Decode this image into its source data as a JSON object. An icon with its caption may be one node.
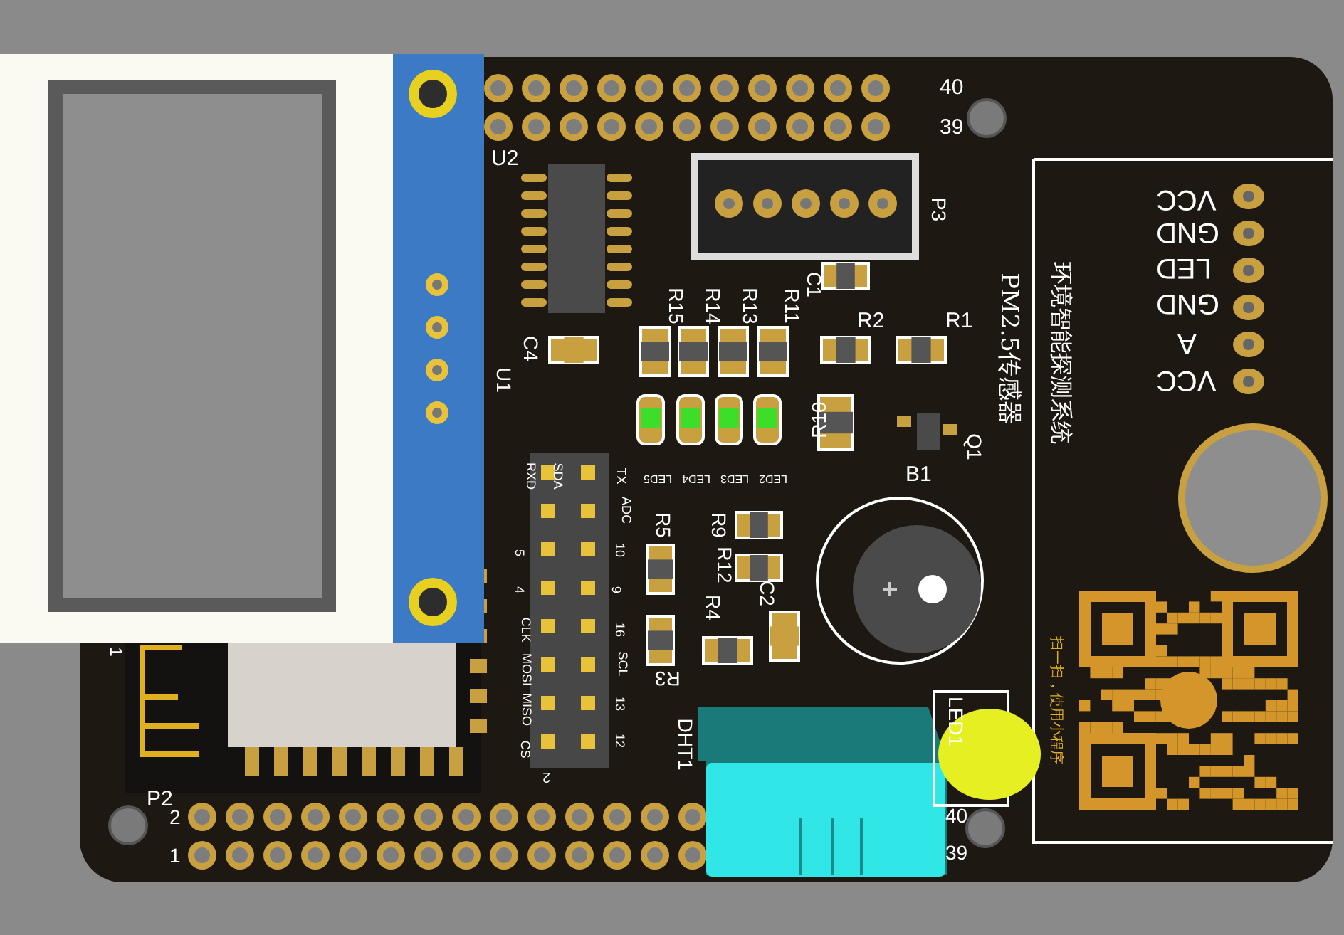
{
  "diagram": {
    "labels": [
      "40",
      "39",
      "U2",
      "P3",
      "C1",
      "R15",
      "R14",
      "R13",
      "R11",
      "R2",
      "R1",
      "C4",
      "U1",
      "R10",
      "PM2.5传感器",
      "Q1",
      "环境智能探测系统",
      "VCC",
      "GND",
      "LED",
      "GND",
      "A",
      "VCC",
      "LED5",
      "LED4",
      "LED3",
      "LED2",
      "TX",
      "ADC",
      "10",
      "9",
      "16",
      "SCL",
      "13",
      "12",
      "RXD",
      "SDA",
      "5",
      "4",
      "CLK",
      "MOSI",
      "MISO",
      "CS",
      "2",
      "B1",
      "R9",
      "R12",
      "R4",
      "C2",
      "R5",
      "R3",
      "DHT1",
      "LED1",
      "P2",
      "2",
      "1",
      "40",
      "39",
      "1",
      "扫一扫，使用小程序"
    ]
  }
}
